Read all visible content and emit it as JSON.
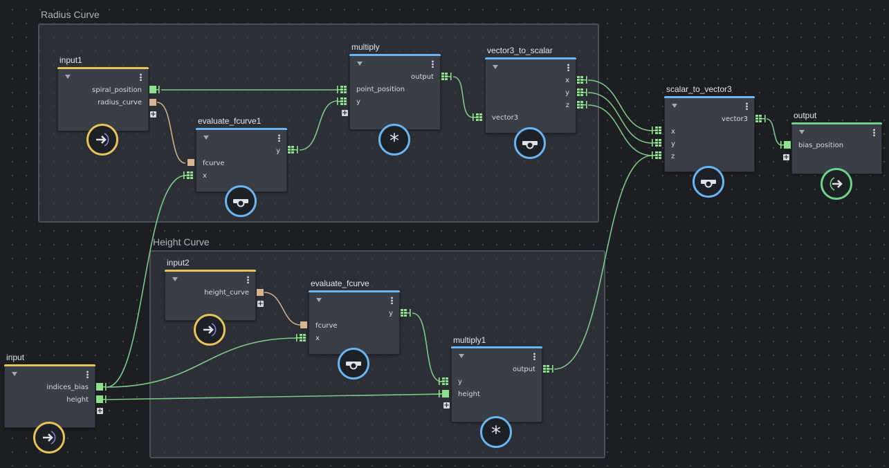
{
  "groups": {
    "radius": {
      "title": "Radius Curve"
    },
    "height": {
      "title": "Height Curve"
    }
  },
  "nodes": {
    "input1": {
      "title": "input1",
      "ports": [
        "spiral_position",
        "radius_curve"
      ],
      "icon": "arrow-in-icon"
    },
    "evaluate_fcurve1": {
      "title": "evaluate_fcurve1",
      "in": [
        "fcurve",
        "x"
      ],
      "out": [
        "y"
      ],
      "icon": "curve-eval-icon"
    },
    "multiply": {
      "title": "multiply",
      "in": [
        "point_position",
        "y"
      ],
      "out": [
        "output"
      ],
      "icon": "multiply-icon",
      "symbol": "*"
    },
    "vector3_to_scalar": {
      "title": "vector3_to_scalar",
      "in": [
        "vector3"
      ],
      "out": [
        "x",
        "y",
        "z"
      ],
      "icon": "convert-icon"
    },
    "scalar_to_vector3": {
      "title": "scalar_to_vector3",
      "in": [
        "x",
        "y",
        "z"
      ],
      "out": [
        "vector3"
      ],
      "icon": "convert-icon"
    },
    "output": {
      "title": "output",
      "in": [
        "bias_position"
      ],
      "icon": "arrow-out-icon"
    },
    "input2": {
      "title": "input2",
      "ports": [
        "height_curve"
      ],
      "icon": "arrow-in-icon"
    },
    "evaluate_fcurve": {
      "title": "evaluate_fcurve",
      "in": [
        "fcurve",
        "x"
      ],
      "out": [
        "y"
      ],
      "icon": "curve-eval-icon"
    },
    "input": {
      "title": "input",
      "ports": [
        "indices_bias",
        "height"
      ],
      "icon": "arrow-in-icon"
    },
    "multiply1": {
      "title": "multiply1",
      "in": [
        "y",
        "height"
      ],
      "out": [
        "output"
      ],
      "icon": "multiply-icon",
      "symbol": "*"
    }
  },
  "add_port_symbol": "+",
  "colors": {
    "background": "#1c1e22",
    "group_fill": "#3a3e46",
    "node_body": "#3a3e47",
    "input_accent": "#e7c35a",
    "operator_accent": "#69b6f2",
    "output_accent": "#6dd38a",
    "wire_vector": "#7ec98a",
    "wire_curve": "#d2ad87",
    "port_curve": "#d7b48f",
    "port_vector": "#8fe28d"
  }
}
